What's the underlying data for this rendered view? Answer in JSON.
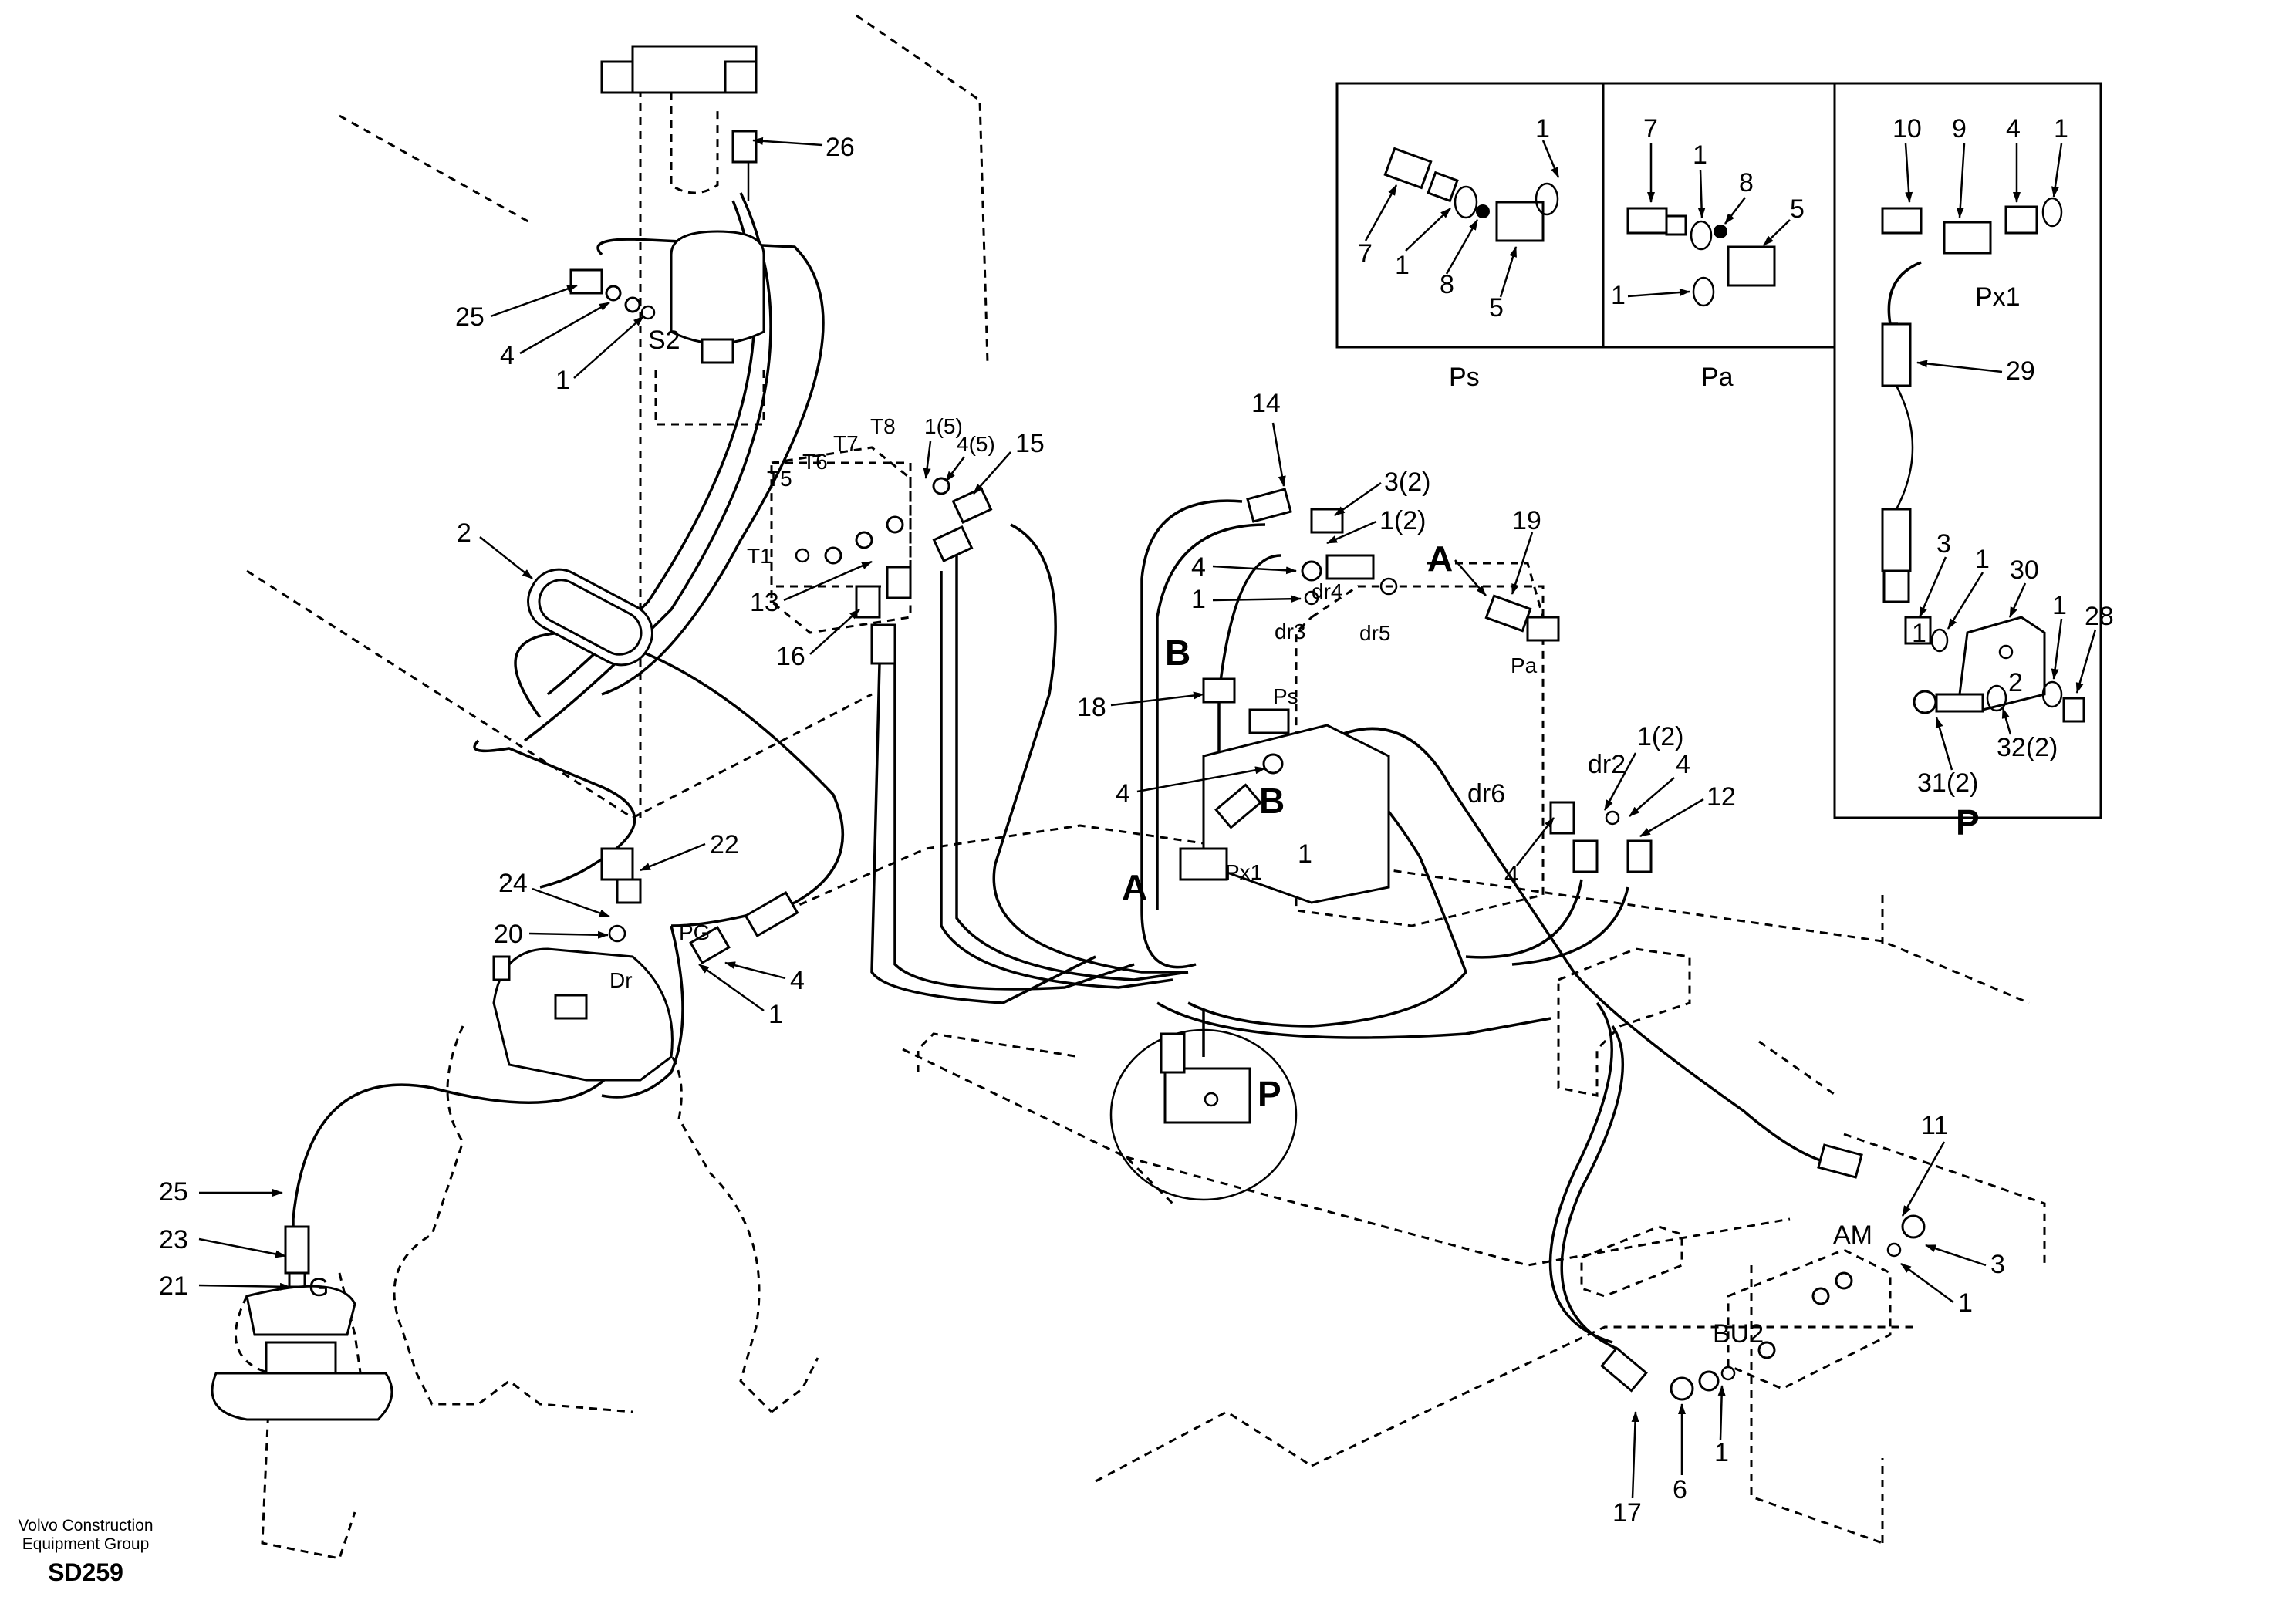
{
  "footer": {
    "company": "Volvo Construction Equipment Group",
    "code": "SD259"
  },
  "insets": {
    "ps": {
      "caption": "Ps",
      "labels": [
        "1",
        "7",
        "1",
        "8",
        "5"
      ]
    },
    "pa": {
      "caption": "Pa",
      "labels": [
        "7",
        "1",
        "8",
        "5",
        "1"
      ]
    },
    "p": {
      "caption": "P",
      "port_label": "Px1",
      "port2_label": "2",
      "labels": [
        "10",
        "9",
        "4",
        "1",
        "29",
        "3",
        "1",
        "30",
        "1",
        "28",
        "32(2)",
        "31(2)"
      ]
    }
  },
  "callouts": {
    "c26": "26",
    "c25a": "25",
    "c4a": "4",
    "c1a": "1",
    "s2": "S2",
    "c2": "2",
    "c22": "22",
    "c24": "24",
    "c20": "20",
    "pg": "PG",
    "c4b": "4",
    "c1b": "1",
    "dr": "Dr",
    "c25b": "25",
    "c23": "23",
    "c21": "21",
    "g": "G",
    "c1_5": "1(5)",
    "c4_5": "4(5)",
    "c15": "15",
    "t8": "T8",
    "t7": "T7",
    "t6": "T6",
    "t5": "T5",
    "t1": "T1",
    "c13": "13",
    "c16": "16",
    "c14": "14",
    "c3_2": "3(2)",
    "c1_2a": "1(2)",
    "c4c": "4",
    "c1c": "1",
    "dr4": "dr4",
    "dr3": "dr3",
    "dr5": "dr5",
    "c19": "19",
    "a1": "A",
    "pa": "Pa",
    "b1": "B",
    "ps": "Ps",
    "c18": "18",
    "c4d": "4",
    "b2": "B",
    "a2": "A",
    "px1": "Px1",
    "c1d": "1",
    "dr2": "dr2",
    "dr6": "dr6",
    "c1_2b": "1(2)",
    "c4e": "4",
    "c12": "12",
    "c4f": "4",
    "p_detail": "P",
    "c11": "11",
    "am": "AM",
    "c3": "3",
    "c1e": "1",
    "bu2": "BU2",
    "c17": "17",
    "c6": "6",
    "c1f": "1"
  }
}
